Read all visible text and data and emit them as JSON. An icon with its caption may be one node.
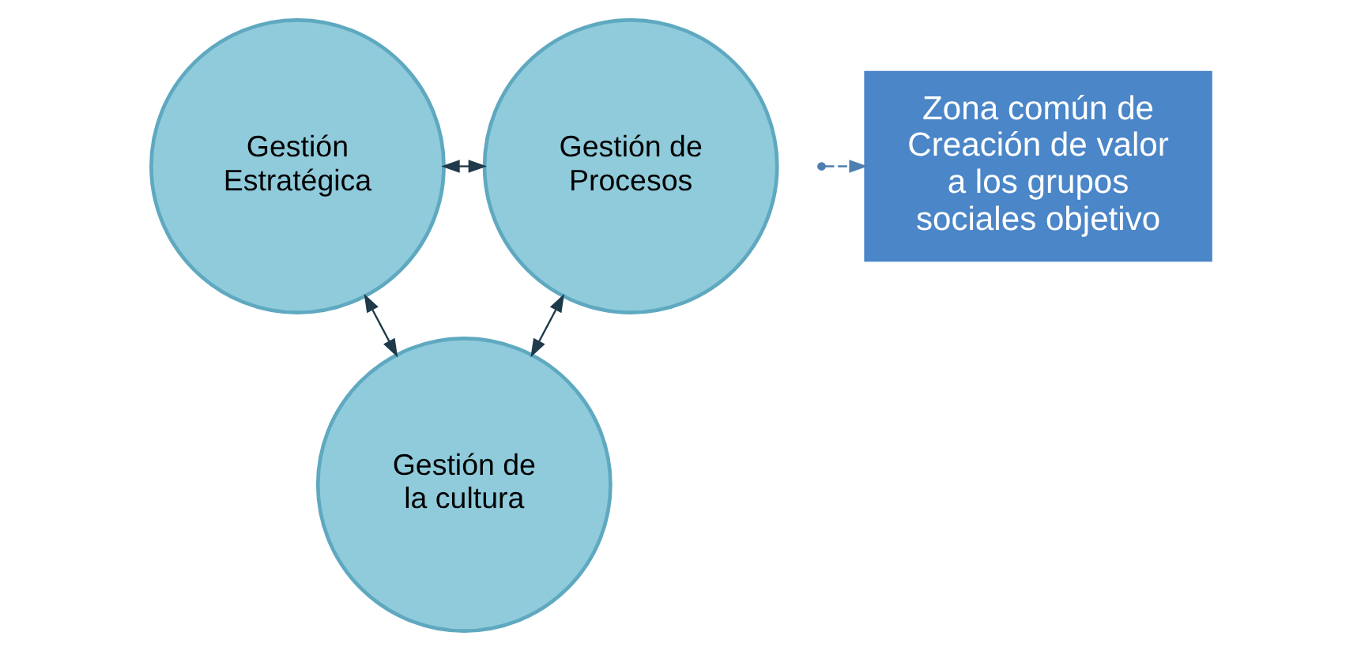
{
  "diagram": {
    "nodes": [
      {
        "text": [
          "Gestión Estratégica"
        ]
      },
      {
        "text": [
          "Gestión de Procesos"
        ]
      },
      {
        "text": [
          "Gestión de la cultura"
        ]
      },
      {
        "text": [
          "Zona común de Creación de valor a los grupos sociales objetivo"
        ]
      }
    ],
    "edges": [
      {
        "from": 0,
        "to": 1,
        "arrow": "both"
      },
      {
        "from": 0,
        "to": 2,
        "arrow": "both"
      },
      {
        "from": 1,
        "to": 2,
        "arrow": "both"
      },
      {
        "from": null,
        "to": 3,
        "arrow": "to",
        "style": "dashed",
        "color": "#4f7fb0"
      }
    ]
  }
}
